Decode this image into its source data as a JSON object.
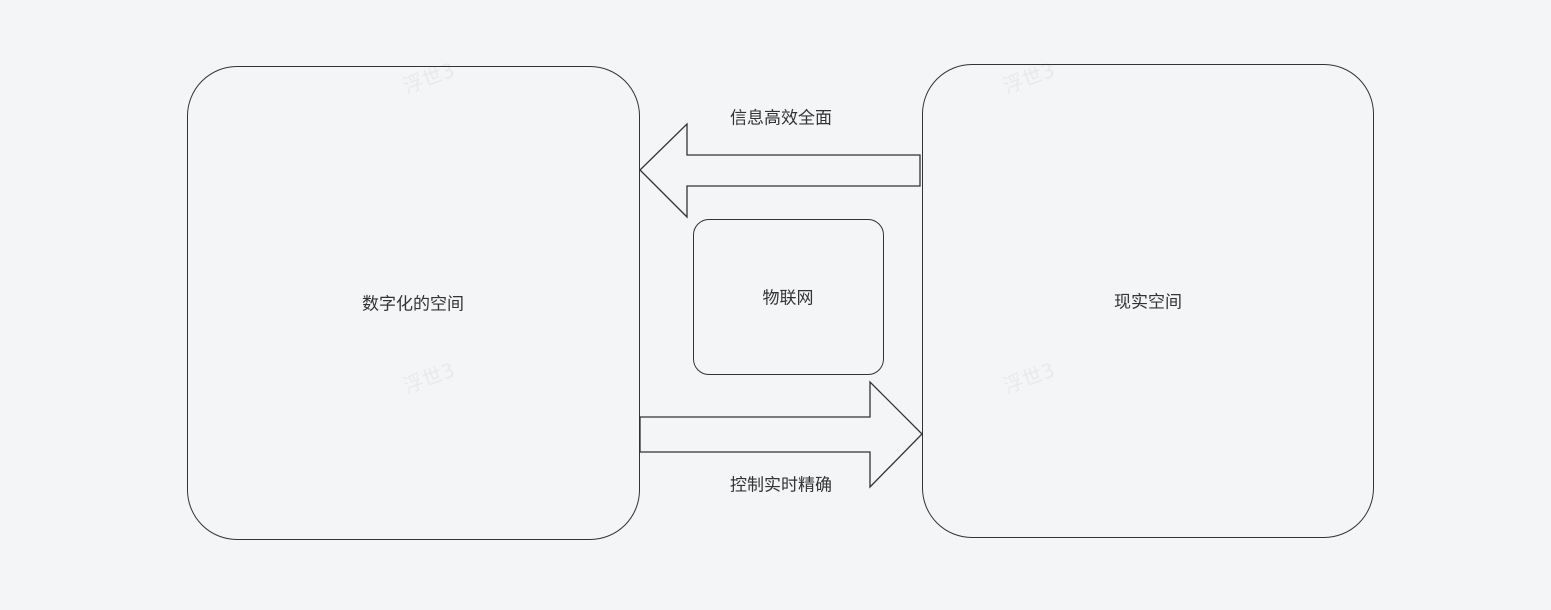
{
  "diagram": {
    "nodes": {
      "digital_space": "数字化的空间",
      "real_space": "现实空间",
      "iot": "物联网"
    },
    "arrows": {
      "info_flow": "信息高效全面",
      "control_flow": "控制实时精确"
    },
    "watermark": "浮世3"
  }
}
